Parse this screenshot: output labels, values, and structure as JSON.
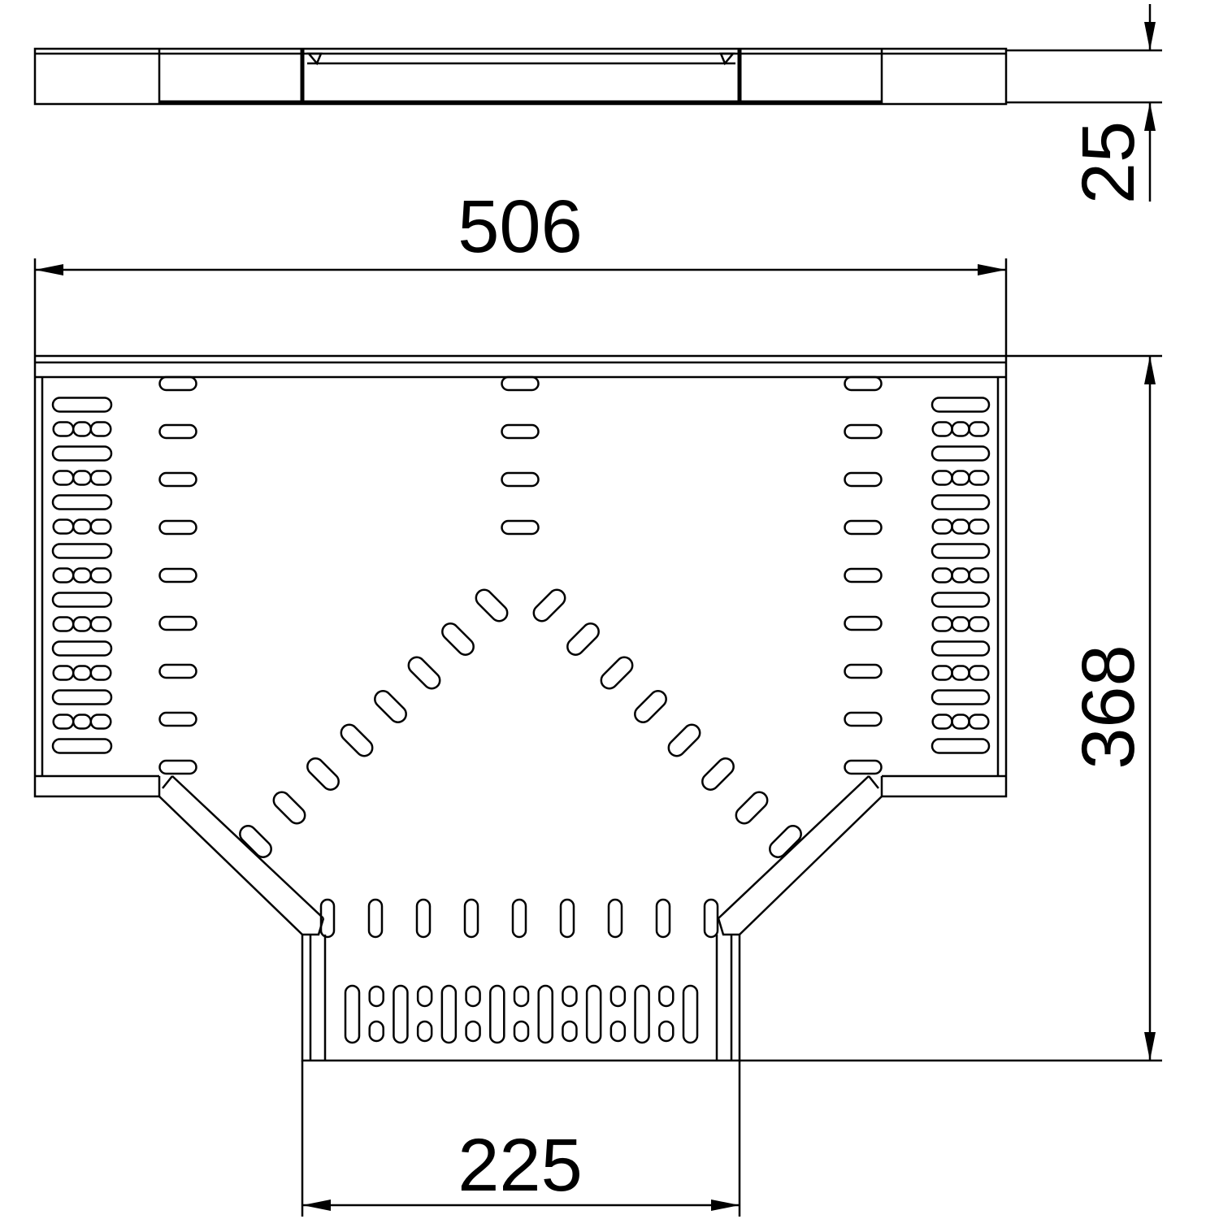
{
  "drawing": {
    "dimensions": {
      "width": "506",
      "height_side": "25",
      "length": "368",
      "branch_width": "225"
    },
    "line_color": "#000000",
    "background": "#ffffff"
  }
}
